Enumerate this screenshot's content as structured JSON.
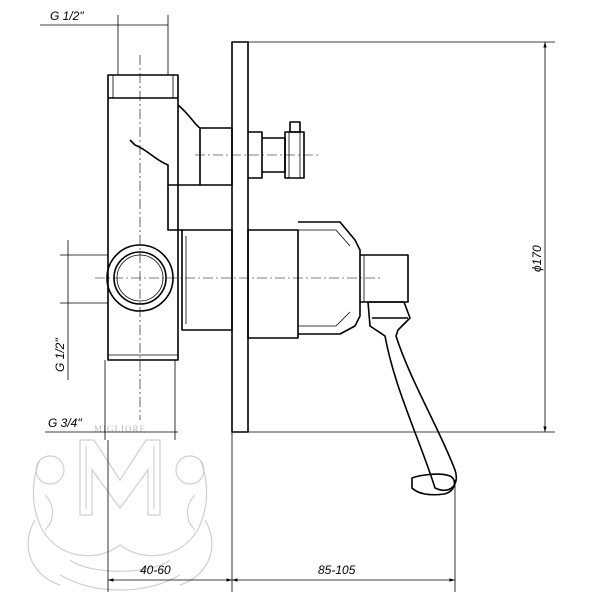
{
  "dimensions": {
    "top_inlet_thread": "G 1/2\"",
    "side_outlet_thread": "G 1/2\"",
    "bottom_thread": "G 3/4\"",
    "plate_diameter": "ϕ170",
    "body_depth": "40-60",
    "handle_projection": "85-105"
  },
  "watermark": {
    "brand_text": "MIGLIORE",
    "monogram": "M"
  },
  "colors": {
    "line": "#000000",
    "watermark": "#cfcfcf"
  }
}
